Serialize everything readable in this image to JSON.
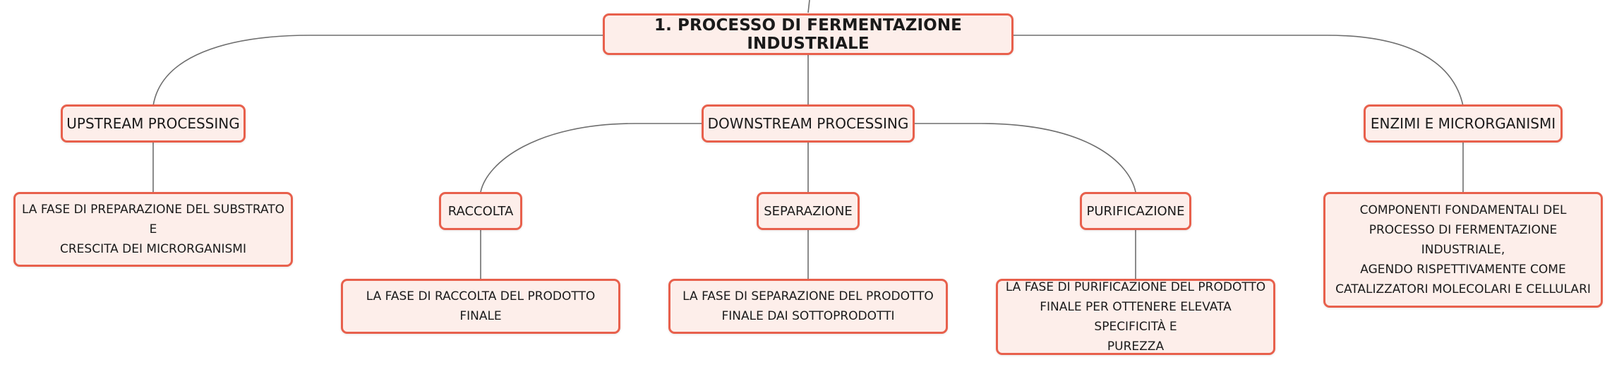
{
  "colors": {
    "node_fill": "#fdeeea",
    "node_border": "#e8604c",
    "connector": "#6e6e6e",
    "text": "#1a1a1a"
  },
  "mindmap": {
    "root": "1. PROCESSO DI FERMENTAZIONE INDUSTRIALE",
    "branches": {
      "upstream": {
        "label": "UPSTREAM PROCESSING",
        "description": "LA FASE DI PREPARAZIONE DEL SUBSTRATO E\nCRESCITA DEI MICRORGANISMI"
      },
      "downstream": {
        "label": "DOWNSTREAM PROCESSING",
        "children": {
          "raccolta": {
            "label": "RACCOLTA",
            "description": "LA FASE DI RACCOLTA DEL PRODOTTO FINALE"
          },
          "separazione": {
            "label": "SEPARAZIONE",
            "description": "LA FASE DI SEPARAZIONE DEL PRODOTTO\nFINALE DAI SOTTOPRODOTTI"
          },
          "purificazione": {
            "label": "PURIFICAZIONE",
            "description": "LA FASE DI PURIFICAZIONE DEL PRODOTTO\nFINALE PER OTTENERE ELEVATA SPECIFICITÀ E\nPUREZZA"
          }
        }
      },
      "enzimi": {
        "label": "ENZIMI E MICRORGANISMI",
        "description": "COMPONENTI FONDAMENTALI DEL\nPROCESSO DI FERMENTAZIONE INDUSTRIALE,\nAGENDO RISPETTIVAMENTE COME\nCATALIZZATORI MOLECOLARI E CELLULARI"
      }
    }
  }
}
